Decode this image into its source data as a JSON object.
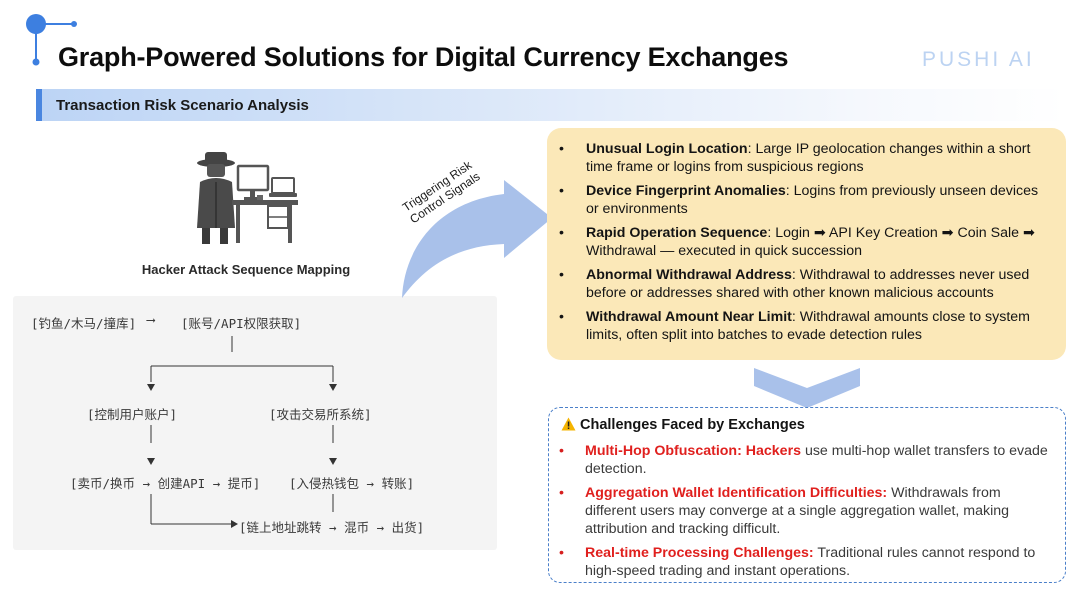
{
  "header": {
    "title": "Graph-Powered Solutions for Digital Currency Exchanges",
    "brand": "PUSHI AI",
    "subtitle": "Transaction Risk Scenario Analysis"
  },
  "left": {
    "illustration": "hacker-at-desk-icon",
    "caption": "Hacker Attack Sequence Mapping",
    "sequence": {
      "step1": "[钓鱼/木马/撞库]",
      "arrow1": "⟶",
      "step2": "[账号/API权限获取]",
      "branch_left": "[控制用户账户]",
      "branch_right": "[攻击交易所系统]",
      "row3_left": "[卖币/换币 → 创建API → 提币]",
      "row3_right": "[入侵热钱包 → 转账]",
      "final": "[链上地址跳转 → 混币 → 出货]"
    }
  },
  "arrow_label": {
    "line1": "Triggering Risk",
    "line2": "Control Signals"
  },
  "risk_signals": [
    {
      "bullet": "•",
      "title": "Unusual Login Location",
      "text": ": Large IP geolocation changes within a short time frame or logins from suspicious regions"
    },
    {
      "bullet": "•",
      "title": "Device Fingerprint Anomalies",
      "text": ": Logins from previously unseen devices or environments"
    },
    {
      "bullet": "•",
      "title": "Rapid Operation Sequence",
      "text": ": Login ➡ API Key Creation ➡ Coin Sale ➡ Withdrawal — executed in quick succession"
    },
    {
      "bullet": "•",
      "title": "Abnormal Withdrawal Address",
      "text": ": Withdrawal to addresses never used before or addresses shared with other known malicious accounts"
    },
    {
      "bullet": "•",
      "title": "Withdrawal Amount Near Limit",
      "text": ": Withdrawal amounts close to system limits, often split into batches to evade detection rules"
    }
  ],
  "challenges": {
    "title": "Challenges Faced by Exchanges",
    "icon": "warning-icon",
    "items": [
      {
        "bullet": "•",
        "highlight": "Multi-Hop Obfuscation: Hackers",
        "text": " use multi-hop wallet transfers to evade detection."
      },
      {
        "bullet": "•",
        "highlight": "Aggregation Wallet Identification Difficulties:",
        "text": " Withdrawals from different users may converge at a single aggregation wallet, making attribution and tracking difficult."
      },
      {
        "bullet": "•",
        "highlight": "Real-time Processing Challenges:",
        "text": " Traditional rules cannot respond to high-speed trading and instant operations."
      }
    ]
  },
  "colors": {
    "accent_blue": "#4a86e0",
    "brand_light_blue": "#bcd3f2",
    "risk_box_bg": "#fbe8b8",
    "highlight_red": "#e0201e",
    "arrow_blue": "#a9c1ea"
  }
}
